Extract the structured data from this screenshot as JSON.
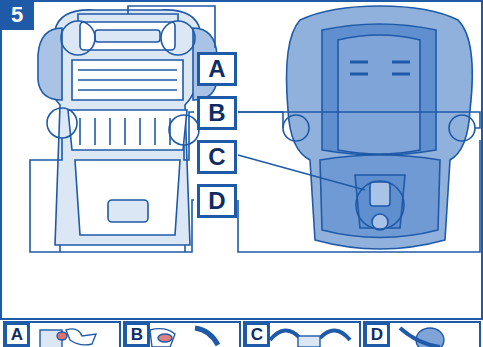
{
  "diagram": {
    "nodes": [
      {
        "text": [
          "5"
        ]
      },
      {
        "text": [
          "A"
        ]
      },
      {
        "text": [
          "B"
        ]
      },
      {
        "text": [
          "C"
        ]
      },
      {
        "text": [
          "D"
        ]
      },
      {
        "text": [
          "A"
        ]
      },
      {
        "text": [
          "B"
        ]
      },
      {
        "text": [
          "C"
        ]
      },
      {
        "text": [
          "D"
        ]
      }
    ]
  }
}
